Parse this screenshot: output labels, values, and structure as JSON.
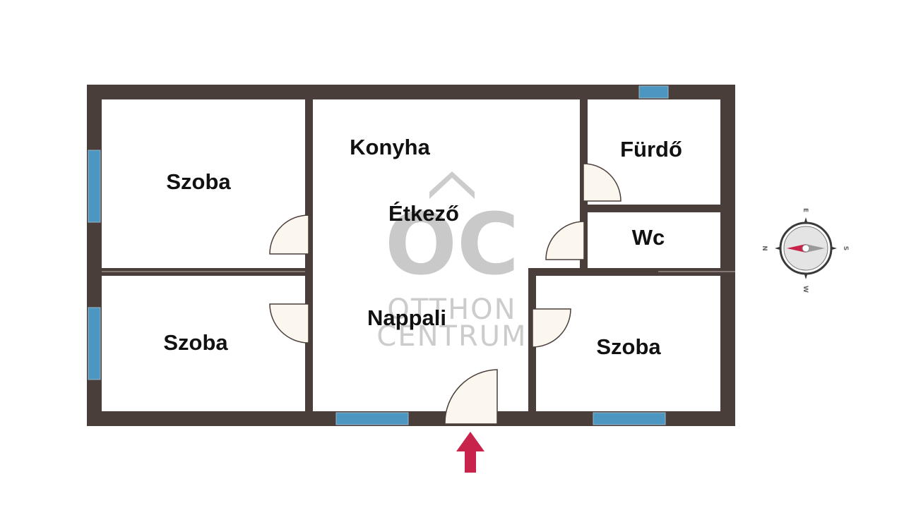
{
  "colors": {
    "wall": "#4a3e3a",
    "window": "#4c97c1",
    "door_fill": "#fbf6ee",
    "arrow": "#c8234a",
    "watermark": "#cbcbcb"
  },
  "rooms": {
    "szoba_top_left": "Szoba",
    "szoba_bottom_left": "Szoba",
    "konyha": "Konyha",
    "etkezo": "Étkező",
    "nappali": "Nappali",
    "furdo": "Fürdő",
    "wc": "Wc",
    "szoba_right": "Szoba"
  },
  "watermark": {
    "monogram": "OC",
    "line1": "OTTHON",
    "line2": "CENTRUM"
  },
  "compass": {
    "top": "E",
    "right": "S",
    "bottom": "W",
    "left": "N"
  },
  "icons": {
    "entrance": "entrance-arrow-icon",
    "compass": "compass-icon"
  }
}
